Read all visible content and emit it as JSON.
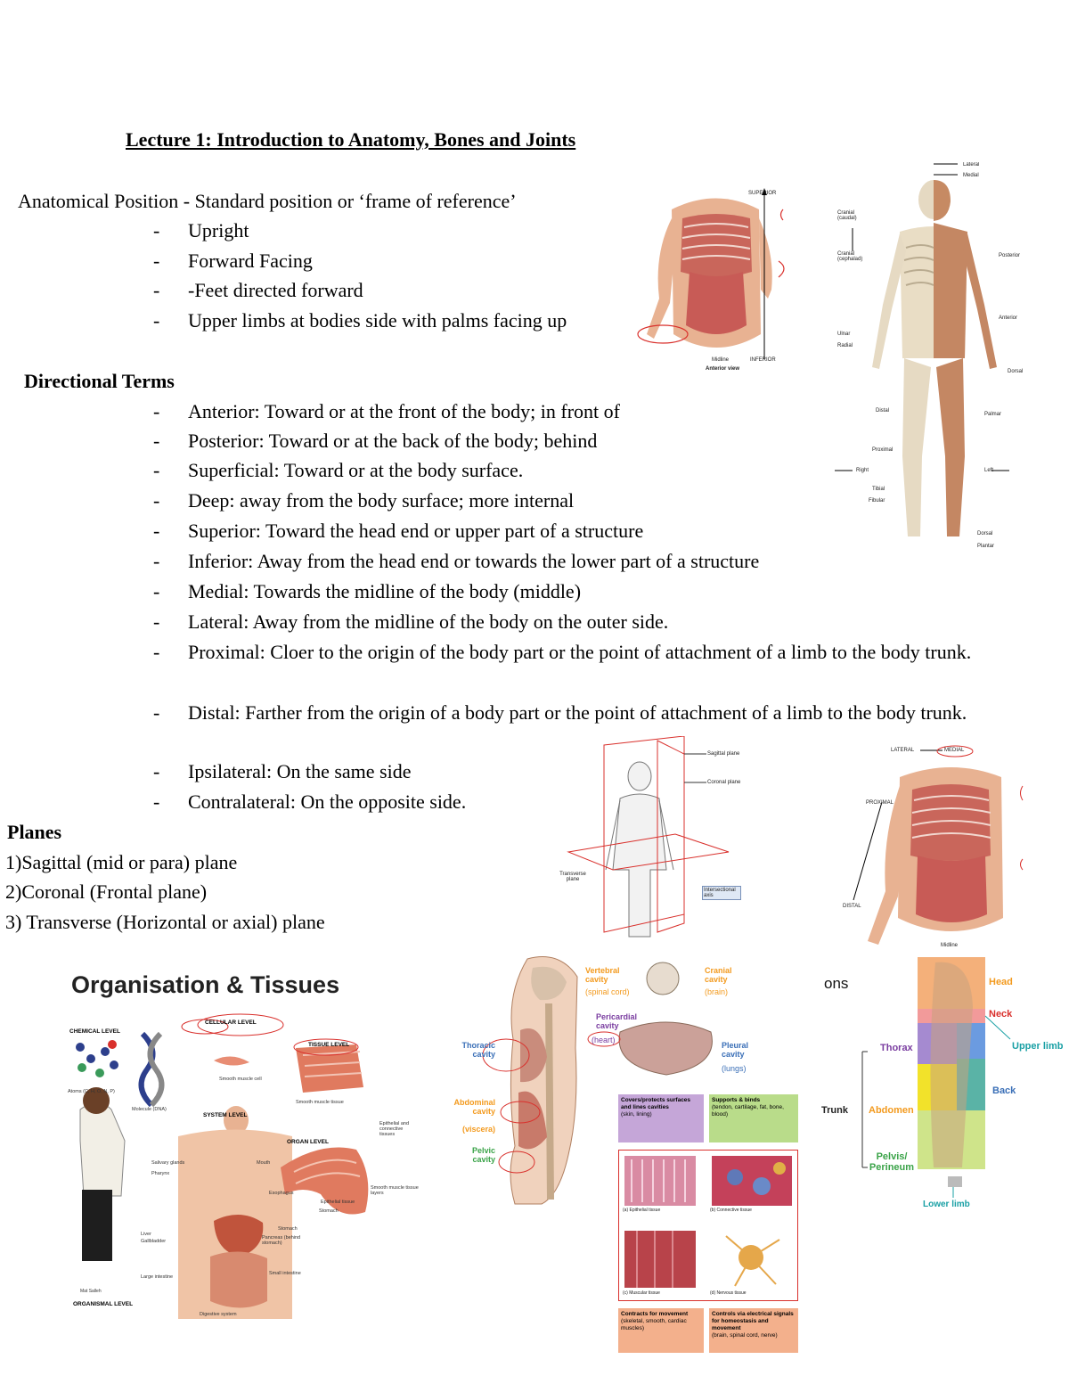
{
  "title": "Lecture 1: Introduction to Anatomy, Bones and Joints",
  "anatomical_position": {
    "heading": "Anatomical Position - Standard position or ‘frame of reference’",
    "bullet": "-",
    "items": [
      "Upright",
      "Forward Facing",
      "-Feet directed forward",
      "Upper limbs at bodies side with palms facing up"
    ]
  },
  "directional_terms": {
    "heading": "Directional Terms",
    "items": [
      "Anterior: Toward or at the front of the body; in front of",
      "Posterior: Toward or at the back of the body; behind",
      "Superficial: Toward or at the body surface.",
      "Deep: away from the body surface; more internal",
      "Superior: Toward the head end or upper part of a structure",
      "Inferior: Away from the head end or towards the lower part of a structure",
      "Medial: Towards the midline of the body (middle)",
      "Lateral: Away from the midline of the body on the outer side.",
      "Proximal: Cloer to the origin of the body part or the point of attachment of a limb to the body trunk.",
      "Distal: Farther from the origin of a body part or the point of attachment of a limb to the body trunk.",
      "Ipsilateral: On the same side",
      "Contralateral: On the opposite side."
    ]
  },
  "planes": {
    "heading": "Planes",
    "items": [
      "1)Sagittal (mid or para) plane",
      "2)Coronal (Frontal plane)",
      "3) Transverse (Horizontal or axial) plane"
    ]
  },
  "fig_torso": {
    "superior": "SUPERIOR",
    "inferior": "INFERIOR",
    "midline": "Midline",
    "caption": "Anterior view"
  },
  "fig_skeleton": {
    "lateral": "Lateral",
    "medial": "Medial",
    "cranial": "Cranial (caudal)",
    "cranial2": "Cranial (cephalad)",
    "posterior": "Posterior",
    "anterior": "Anterior",
    "ulnar": "Ulnar",
    "radial": "Radial",
    "dorsal": "Dorsal",
    "palmar": "Palmar",
    "distal": "Distal",
    "proximal": "Proximal",
    "right": "Right",
    "left": "Left",
    "tibial": "Tibial",
    "fibular": "Fibular",
    "dorsal2": "Dorsal",
    "plantar": "Plantar"
  },
  "fig_planes": {
    "sagittal": "Sagittal plane",
    "coronal": "Coronal plane",
    "transverse": "Transverse plane",
    "intersect": "Intersectional axis"
  },
  "fig_torso2": {
    "lateral": "LATERAL",
    "medial": "MEDIAL",
    "proximal": "PROXIMAL",
    "distal": "DISTAL",
    "midline": "Midline"
  },
  "organisation": {
    "title": "Organisation & Tissues",
    "chemical": "CHEMICAL LEVEL",
    "cellular": "CELLULAR LEVEL",
    "tissue": "TISSUE LEVEL",
    "system": "SYSTEM LEVEL",
    "organ": "ORGAN LEVEL",
    "organismal": "ORGANISMAL LEVEL",
    "atoms": "Atoms (C, H, O, N, P)",
    "molecule": "Molecule (DNA)",
    "smooth_cell": "Smooth muscle cell",
    "smooth_tissue": "Smooth muscle tissue",
    "epithelial_ct": "Epithelial and connective tissues",
    "smooth_layers": "Smooth muscle tissue layers",
    "epithelial": "Epithelial tissue",
    "stomach": "Stomach",
    "salivary": "Salivary glands",
    "pharynx": "Pharynx",
    "mouth": "Mouth",
    "esophagus": "Esophagus",
    "stomach2": "Stomach",
    "liver": "Liver",
    "gallbladder": "Gallbladder",
    "pancreas": "Pancreas (behind stomach)",
    "small": "Small intestine",
    "large": "Large intestine",
    "digestive": "Digestive system",
    "human": "Mat Salleh"
  },
  "cavities": {
    "vertebral": "Vertebral cavity",
    "spinal": "(spinal cord)",
    "cranial": "Cranial cavity",
    "brain": "(brain)",
    "pericardial": "Pericardial cavity",
    "heart": "(heart)",
    "thoracic": "Thoracic cavity",
    "pleural": "Pleural cavity",
    "lungs": "(lungs)",
    "abdominal": "Abdominal cavity",
    "viscera": "(viscera)",
    "pelvic": "Pelvic cavity"
  },
  "tissues": {
    "cover": "Covers/protects surfaces and lines cavities",
    "cover_ex": "(skin, lining)",
    "support": "Supports & binds",
    "support_ex": "(tendon, cartilage, fat, bone, blood)",
    "a": "(a) Epithelial tissue",
    "b": "(b) Connective tissue",
    "c": "(c) Muscular tissue",
    "d": "(d) Nervous tissue",
    "contract": "Contracts for movement",
    "contract_ex": "(skeletal, smooth, cardiac muscles)",
    "control": "Controls via electrical signals for homeostasis and movement",
    "control_ex": "(brain, spinal cord, nerve)"
  },
  "regions": {
    "partial": "ons",
    "head": "Head",
    "neck": "Neck",
    "upper_limb": "Upper limb",
    "thorax": "Thorax",
    "back": "Back",
    "trunk": "Trunk",
    "abdomen": "Abdomen",
    "pelvis": "Pelvis/ Perineum",
    "lower_limb": "Lower limb"
  },
  "colors": {
    "red_mark": "#d9302c",
    "orange": "#f39a1e",
    "purple": "#7a3da0",
    "teal": "#1aa0a5",
    "blue": "#3a6fb7"
  }
}
